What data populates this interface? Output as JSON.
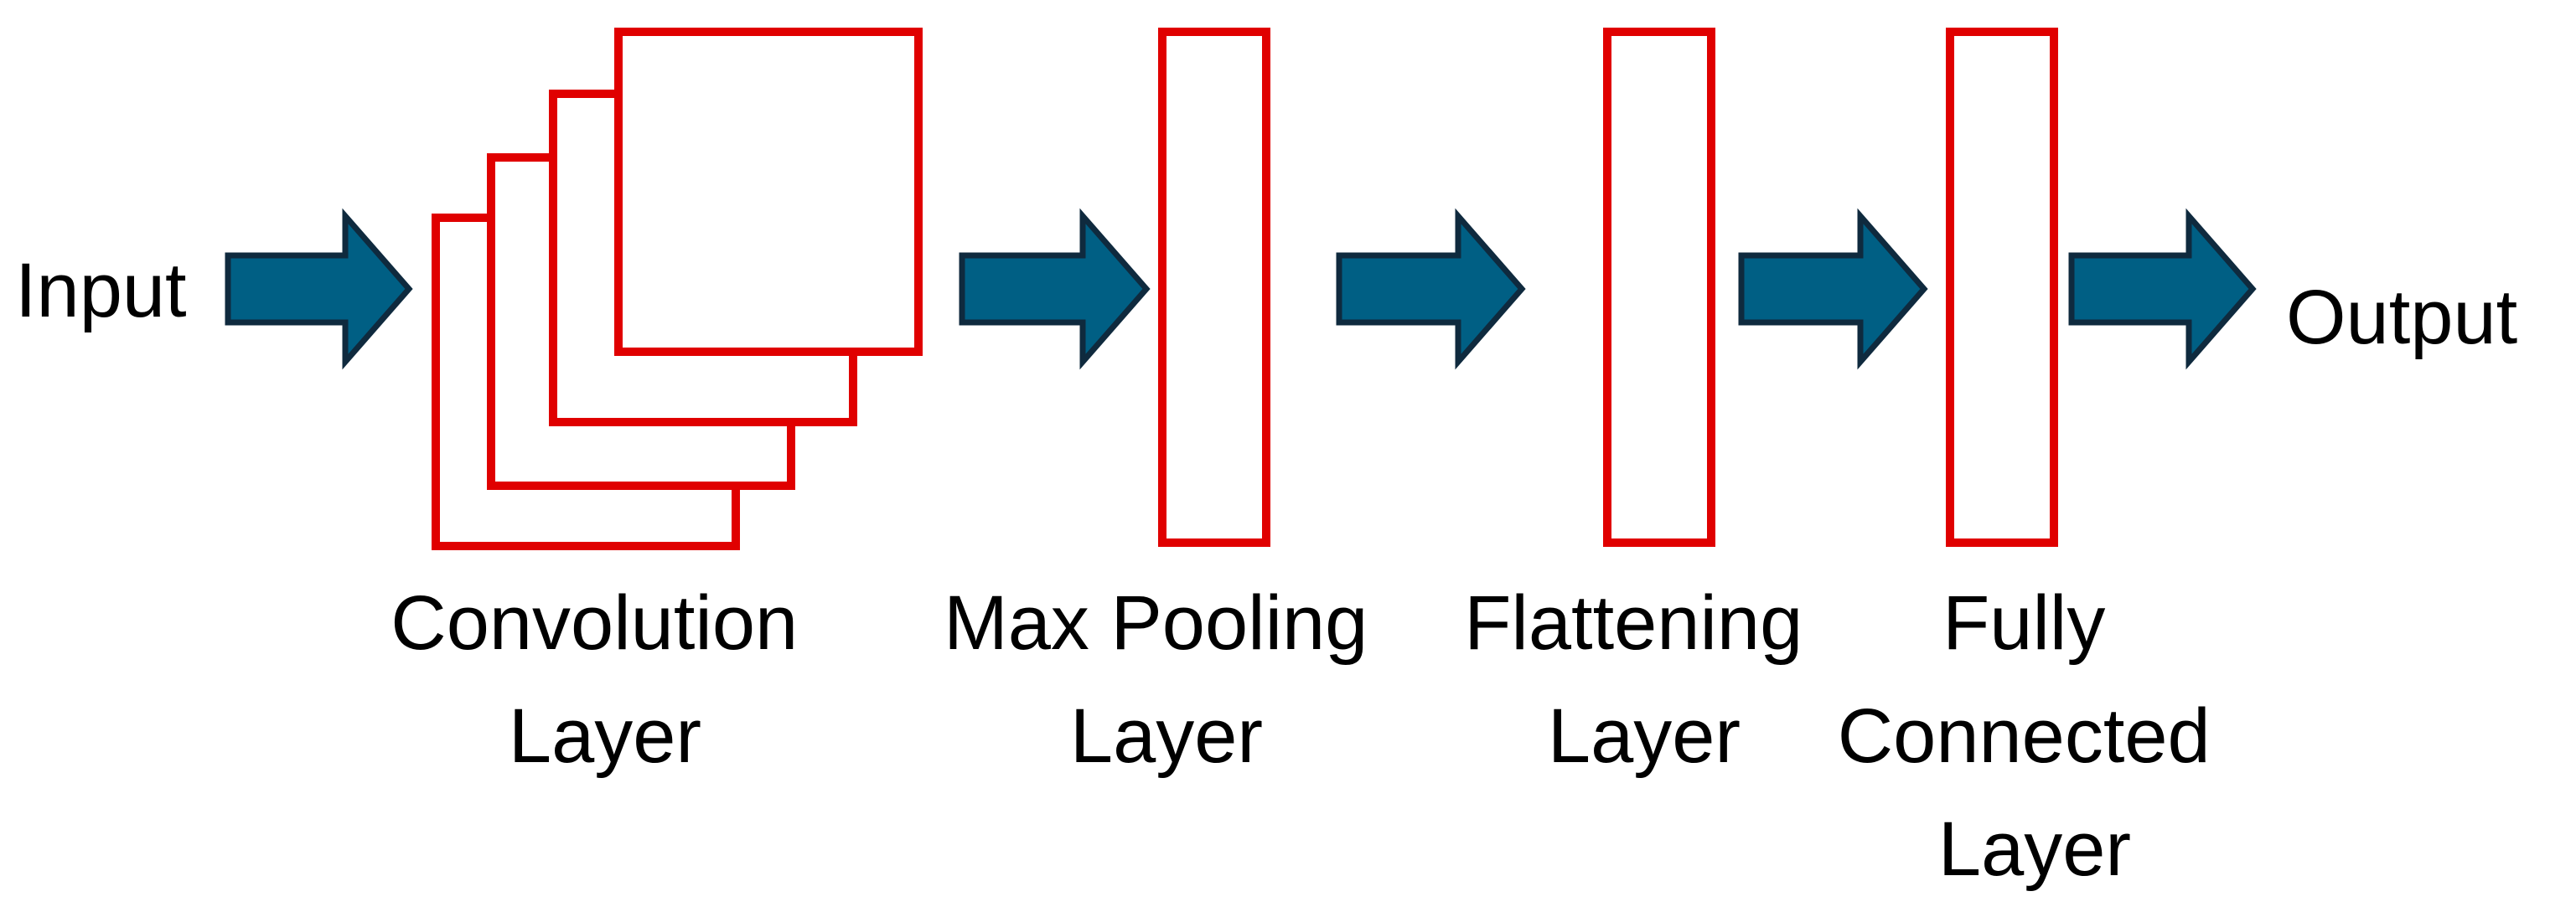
{
  "labels": {
    "input": "Input",
    "output": "Output"
  },
  "layers": [
    {
      "id": "convolution",
      "lines": [
        "Convolution",
        "Layer"
      ]
    },
    {
      "id": "max-pooling",
      "lines": [
        "Max Pooling",
        "Layer"
      ]
    },
    {
      "id": "flattening",
      "lines": [
        "Flattening",
        "Layer"
      ]
    },
    {
      "id": "fully-connected",
      "lines": [
        "Fully",
        "Connected",
        "Layer"
      ]
    }
  ],
  "colors": {
    "layer_outline": "#e00000",
    "arrow_fill": "#005f84",
    "arrow_outline": "#0f2a3e",
    "text": "#000000"
  },
  "icons": {
    "arrow": "right-block-arrow-icon"
  }
}
